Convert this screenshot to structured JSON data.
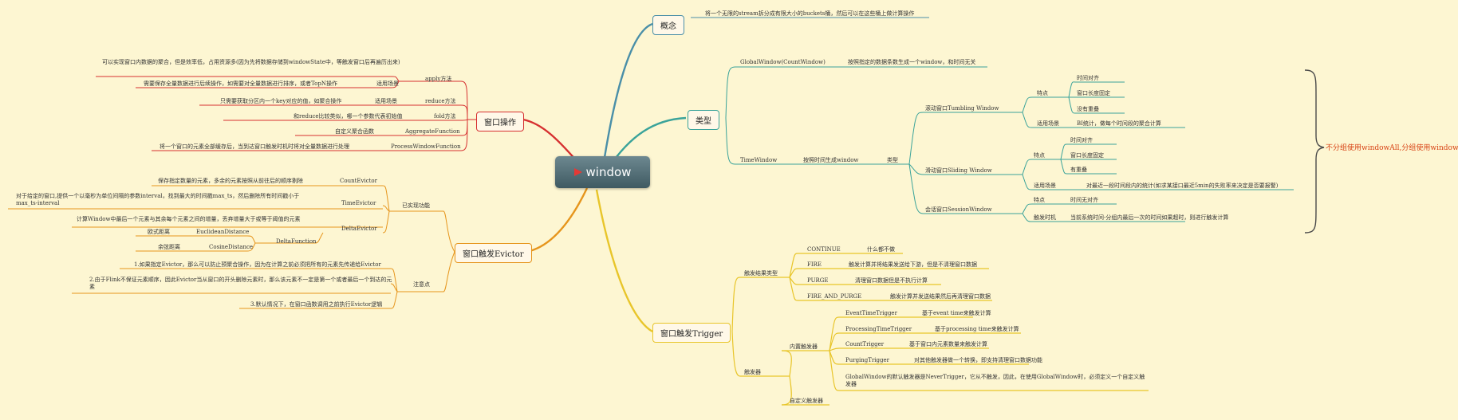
{
  "center": {
    "title": "window",
    "icon": "flag-icon"
  },
  "colors": {
    "background": "#fdf6d2",
    "concept": "#4a8fa8",
    "type": "#3aa39a",
    "op": "#d63030",
    "evictor": "#e6951c",
    "trigger": "#e8c52a",
    "note": "#d84315"
  },
  "concept": {
    "title": "概念",
    "desc": "将一个无限的stream拆分成有限大小的buckets桶，然后可以在这些桶上做计算操作"
  },
  "type": {
    "title": "类型",
    "global_label": "GlobalWindow(CountWindow)",
    "global_desc": "按照指定的数据条数生成一个window，和时间无关",
    "time_label": "TimeWindow",
    "time_desc": "按照时间生成window",
    "kind_label": "类型",
    "tumbling": "滚动窗口Tumbling Window",
    "tumbling_feature": "特点",
    "tumbling_f1": "时间对齐",
    "tumbling_f2": "窗口长度固定",
    "tumbling_f3": "没有重叠",
    "tumbling_scene": "适用场景",
    "tumbling_scene_desc": "BI统计，做每个时间段的聚合计算",
    "sliding": "滑动窗口Sliding Window",
    "sliding_feature": "特点",
    "sliding_f1": "时间对齐",
    "sliding_f2": "窗口长度固定",
    "sliding_f3": "有重叠",
    "sliding_scene": "适用场景",
    "sliding_scene_desc": "对最近一段时间段内的统计(如求某接口最近5min的失败率来决定是否要报警)",
    "session": "会话窗口SessionWindow",
    "session_feature": "特点",
    "session_f1": "时间无对齐",
    "session_trigger": "触发时机",
    "session_trigger_desc": "当前系统时间-分组内最后一次的时间如果超时，则进行触发计算",
    "note": "不分组使用windowAll,分组使用window"
  },
  "op": {
    "title": "窗口操作",
    "apply_desc": "可以实现窗口内数据的聚合，但是效率低，占用资源多(因为先将数据存储到windowState中，等触发窗口后再遍历出来)",
    "apply": "apply方法",
    "apply_scene_desc": "需要保存全量数据进行后续操作，如需要对全量数据进行排序，或者TopN操作",
    "apply_scene": "适用场景",
    "reduce_desc": "只需要获取分区内一个key对应的值，如聚合操作",
    "reduce_scene": "适用场景",
    "reduce": "reduce方法",
    "fold_desc": "和reduce比较类似，哪一个参数代表初始值",
    "fold": "fold方法",
    "agg_desc": "自定义聚合函数",
    "agg": "AggregateFunction",
    "process_desc": "将一个窗口的元素全部缓存后，当到达窗口触发时机时将对全量数据进行处理",
    "process": "ProcessWindowFunction"
  },
  "evictor": {
    "title": "窗口触发Evictor",
    "impl": "已实现功能",
    "count_desc": "保存指定数量的元素，多余的元素按照从前往后的顺序剔除",
    "count": "CountEvictor",
    "time_desc": "对于给定的窗口,提供一个以毫秒为单位间隔的参数interval，找到最大的时间戳max_ts，然后删除所有时间戳小于max_ts-interval",
    "time": "TimeEvictor",
    "delta_desc": "计算Window中最后一个元素与其余每个元素之间的增量，丢弃增量大于或等于阈值的元素",
    "delta": "DeltaEvictor",
    "dfunc": "DeltaFunction",
    "euclid_label": "欧式距离",
    "euclid": "EuclideanDistance",
    "cosine_label": "余弦距离",
    "cosine": "CosineDistance",
    "attention": "注意点",
    "a1": "1.如果指定Evictor，那么可以防止预聚合操作，因为在计算之前必须把所有的元素先传递给Evictor",
    "a2": "2.由于Flink不保证元素顺序，因此Evictor当从窗口的开头删除元素时，那么该元素不一定是第一个或者最后一个到达的元素",
    "a3": "3.默认情况下，在窗口函数调用之前执行Evictor逻辑"
  },
  "trigger": {
    "title": "窗口触发Trigger",
    "result_type": "触发结果类型",
    "continue": "CONTINUE",
    "continue_desc": "什么都不做",
    "fire": "FIRE",
    "fire_desc": "触发计算并将结果发送给下游，但是不清理窗口数据",
    "purge": "PURGE",
    "purge_desc": "清理窗口数据但是不执行计算",
    "fire_purge": "FIRE_AND_PURGE",
    "fire_purge_desc": "触发计算并发送结果然后再清理窗口数据",
    "triggers": "触发器",
    "builtin": "内置触发器",
    "event": "EventTimeTrigger",
    "event_desc": "基于event time来触发计算",
    "processing": "ProcessingTimeTrigger",
    "processing_desc": "基于processing time来触发计算",
    "count": "CountTrigger",
    "count_desc": "基于窗口内元素数量来触发计算",
    "purging": "PurgingTrigger",
    "purging_desc": "对其他触发器做一个转换，即支持清理窗口数据功能",
    "global_desc": "GlobalWindow的默认触发器是NeverTrigger，它从不触发，因此，在使用GlobalWindow时，必须定义一个自定义触发器",
    "custom": "自定义触发器"
  }
}
